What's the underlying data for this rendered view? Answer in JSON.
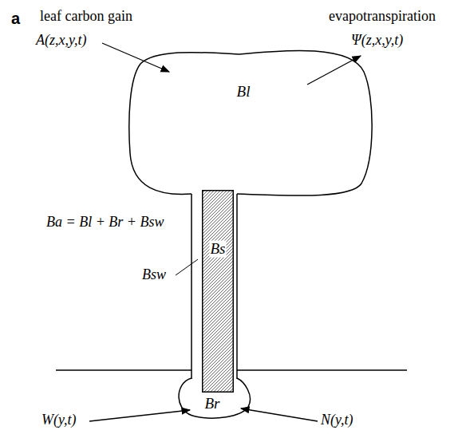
{
  "diagram": {
    "nodes": [
      {
        "text": [
          "Bl"
        ]
      },
      {
        "text": [
          "Bs"
        ]
      },
      {
        "text": [
          "Br"
        ]
      }
    ],
    "labels": [
      "a",
      "leaf carbon gain",
      "A(z,x,y,t)",
      "evapotranspiration",
      "Ψ(z,x,y,t)",
      "Ba = Bl + Br + Bsw",
      "Bsw",
      "W(y,t)",
      "N(y,t)"
    ]
  }
}
